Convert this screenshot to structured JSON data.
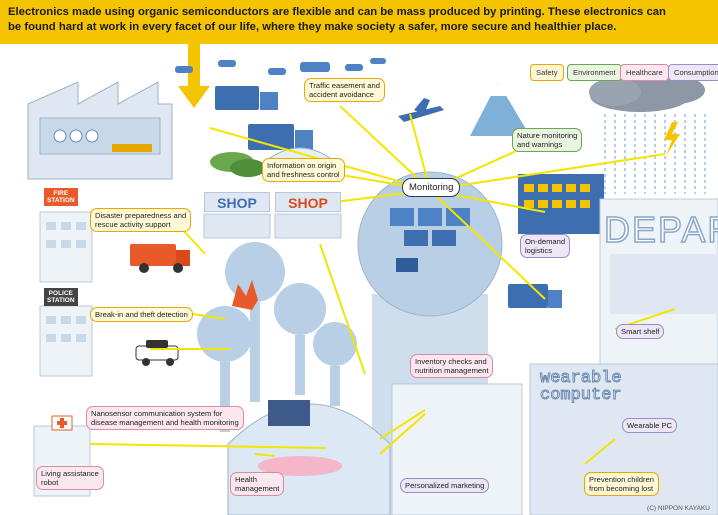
{
  "banner": {
    "line1": "Electronics made using organic semiconductors are flexible and can be mass produced by printing. These electronics can",
    "line2": "be found hard at work in every facet of our life, where they make society a safer, more secure and healthier place."
  },
  "legend": [
    {
      "label": "Safety",
      "color": "#e6a800",
      "bg": "#fff6d6"
    },
    {
      "label": "Environment",
      "color": "#6aa84f",
      "bg": "#e9f5e1"
    },
    {
      "label": "Healthcare",
      "color": "#d98aa8",
      "bg": "#fbe8ef"
    },
    {
      "label": "Consumption",
      "color": "#9a8cc4",
      "bg": "#ece6f6"
    }
  ],
  "center_label": "Monitoring",
  "labels": {
    "traffic": [
      "Traffic easement and",
      "accident avoidance"
    ],
    "origin": [
      "Information on origin",
      "and freshness control"
    ],
    "nature": [
      "Nature monitoring",
      "and warnings"
    ],
    "disaster": [
      "Disaster preparedness and",
      "rescue activity support"
    ],
    "ondemand": [
      "On-demand",
      "logistics"
    ],
    "breakin": [
      "Break-in and theft detection"
    ],
    "smartshelf": [
      "Smart shelf"
    ],
    "inventory": [
      "Inventory checks and",
      "nutrition management"
    ],
    "nanosensor": [
      "Nanosensor communication system for",
      "disease management and health monitoring"
    ],
    "wearablepc": [
      "Wearable PC"
    ],
    "living": [
      "Living assistance",
      "robot"
    ],
    "health": [
      "Health",
      "management"
    ],
    "marketing": [
      "Personalized marketing"
    ],
    "prevention": [
      "Prevention children",
      "from becoming lost"
    ]
  },
  "signs": {
    "fire": [
      "FIRE",
      "STATION"
    ],
    "police": [
      "POLICE",
      "STATION"
    ],
    "shop1": "SHOP",
    "shop2": "SHOP",
    "department": "DEPAR",
    "wearable": [
      "wearable",
      "computer"
    ]
  },
  "colors": {
    "banner": "#f5c400",
    "connector": "#f2e600",
    "dome": "#b9cfe6",
    "building": "#dfe8f2",
    "fire_sign": "#e85a2a",
    "police_sign": "#444444"
  },
  "copyright": "(C) NIPPON KAYAKU"
}
